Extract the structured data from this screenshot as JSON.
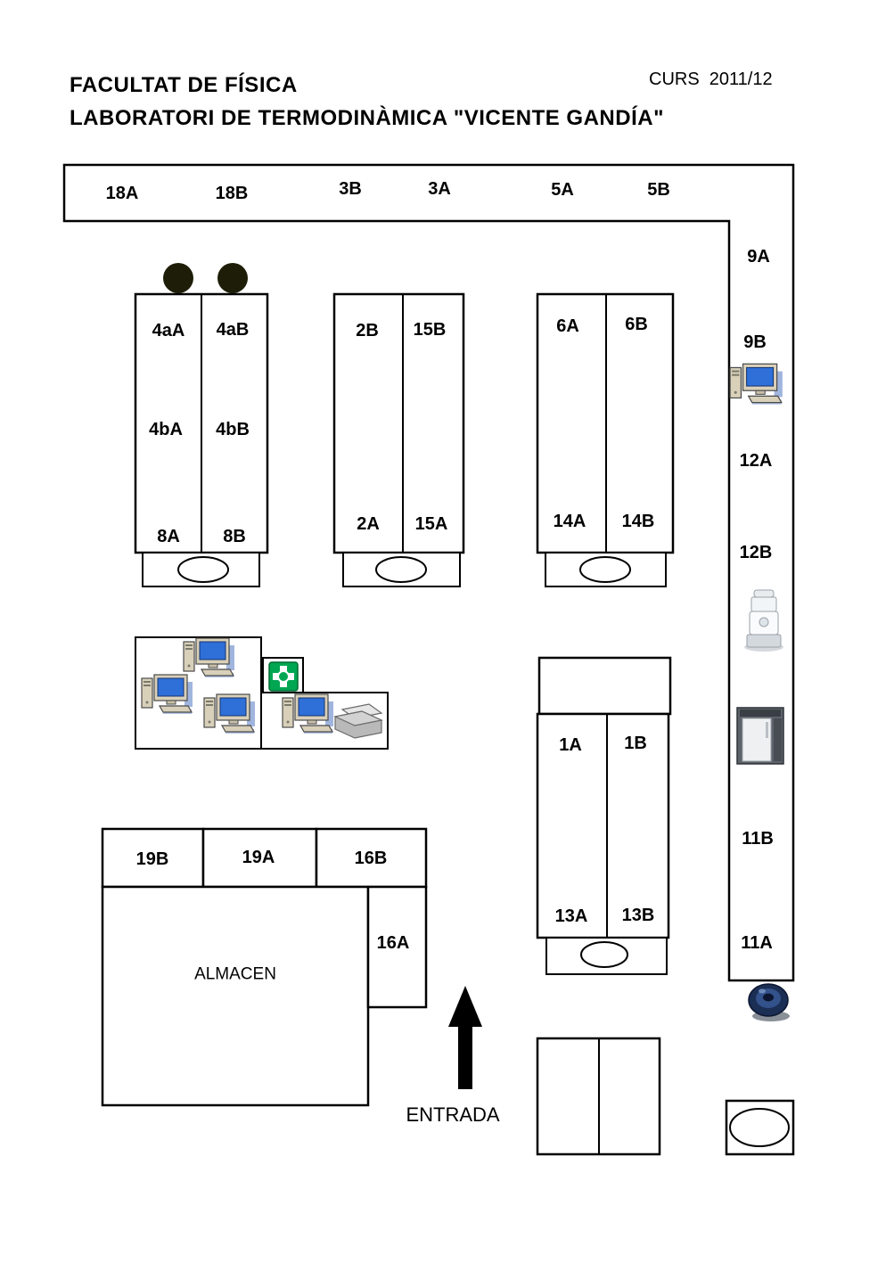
{
  "header": {
    "title": "FACULTAT DE FÍSICA",
    "course": "CURS  2011/12",
    "subtitle": "LABORATORI DE TERMODINÀMICA \"VICENTE GANDÍA\""
  },
  "corridor": {
    "top_labels": [
      "18A",
      "18B",
      "3B",
      "3A",
      "5A",
      "5B"
    ],
    "right_labels": [
      "9A",
      "9B",
      "12A",
      "12B",
      "11B",
      "11A"
    ]
  },
  "benches": {
    "left": {
      "labels": [
        "4aA",
        "4aB",
        "4bA",
        "4bB",
        "8A",
        "8B"
      ]
    },
    "middle": {
      "labels": [
        "2B",
        "15B",
        "2A",
        "15A"
      ]
    },
    "right": {
      "labels": [
        "6A",
        "6B",
        "14A",
        "14B"
      ]
    },
    "lower": {
      "labels": [
        "1A",
        "1B",
        "13A",
        "13B"
      ]
    }
  },
  "storage": {
    "cells": [
      "19B",
      "19A",
      "16B",
      "16A"
    ],
    "room_label": "ALMACEN"
  },
  "entrance": {
    "label": "ENTRADA"
  },
  "icons": {
    "computer": "desktop-computer",
    "first_aid": "first-aid-kit",
    "printer": "printer",
    "food_processor": "food-processor",
    "refrigerator": "refrigerator",
    "round_device": "round-dark-device",
    "stool": "dark-stool-circle",
    "sink": "oval-sink"
  },
  "colors": {
    "outline": "#000000",
    "first_aid_green": "#00a651",
    "screen_blue": "#2f6fd8",
    "stool_dark": "#1e1e08"
  }
}
